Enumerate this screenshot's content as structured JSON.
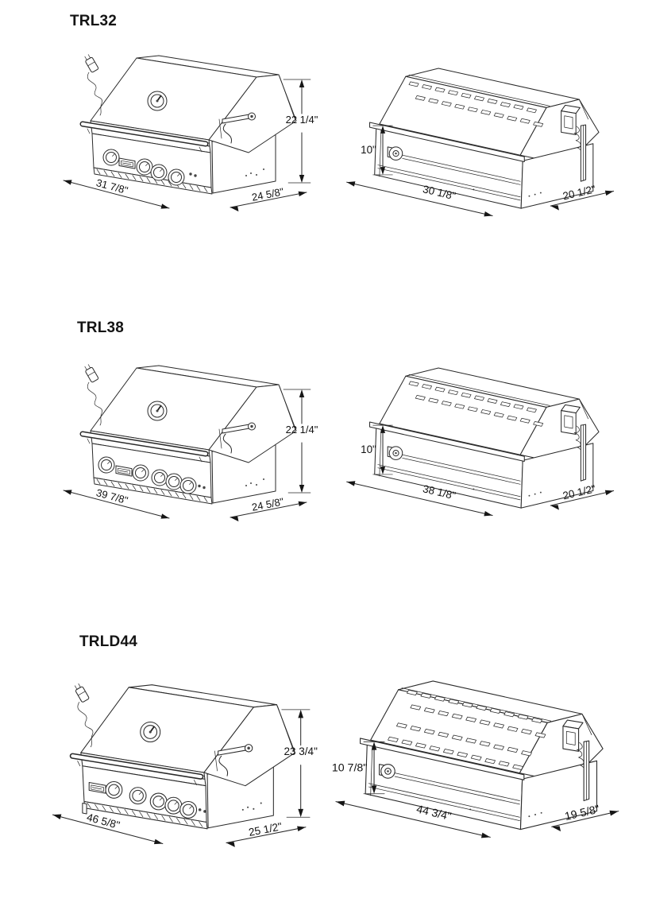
{
  "page": {
    "background_color": "#ffffff",
    "line_color": "#2a2a2a",
    "text_color": "#111111"
  },
  "models": [
    {
      "label": "TRL32",
      "front": {
        "height": "22 1/4\"",
        "width": "31 7/8\"",
        "depth": "24 5/8\""
      },
      "rear": {
        "height": "10\"",
        "width": "30 1/8\"",
        "depth": "20 1/2\""
      }
    },
    {
      "label": "TRL38",
      "front": {
        "height": "22 1/4\"",
        "width": "39 7/8\"",
        "depth": "24 5/8\""
      },
      "rear": {
        "height": "10\"",
        "width": "38 1/8\"",
        "depth": "20 1/2\""
      }
    },
    {
      "label": "TRLD44",
      "front": {
        "height": "23 3/4\"",
        "width": "46 5/8\"",
        "depth": "25 1/2\""
      },
      "rear": {
        "height": "10 7/8\"",
        "width": "44 3/4\"",
        "depth": "19 5/8\""
      }
    }
  ]
}
